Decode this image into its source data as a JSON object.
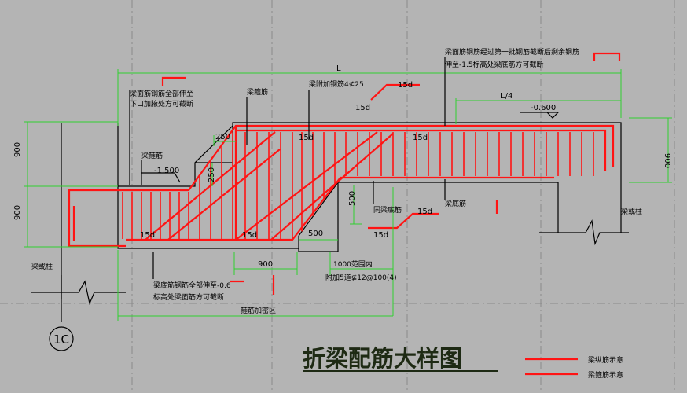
{
  "title": "折梁配筋大样图",
  "grid_label": "1C",
  "legend": {
    "longitudinal": "梁纵筋示意",
    "stirrup": "梁箍筋示意"
  },
  "dimensions": {
    "span": "L",
    "quarter_span": "L/4",
    "h_left_upper": "900",
    "h_left_lower": "900",
    "h_right": "900",
    "d250_a": "250",
    "d250_b": "250",
    "d500_v": "500",
    "d500_h": "500",
    "d900_h": "900",
    "d1000": "1000范围内",
    "el_left": "-1.500",
    "el_right": "-0.600"
  },
  "anchorages": {
    "a1": "15d",
    "a2": "15d",
    "a3": "15d",
    "a4": "15d",
    "a5": "15d",
    "a6": "15d",
    "a7": "15d",
    "a8": "15d"
  },
  "notes": {
    "top_bar_left_l1": "梁面筋钢筋全部伸至",
    "top_bar_left_l2": "下口加腋处方可截断",
    "beam_top_bar": "梁箍筋",
    "beam_add_bar": "梁附加钢筋4⊈25",
    "top_right_l1": "梁面筋钢筋经过第一批钢筋截断后剩余钢筋",
    "top_right_l2": "伸至-1.5标高处梁底筋方可截断",
    "stirrup_left": "梁箍筋",
    "same_bottom": "同梁底筋",
    "bottom_bar": "梁底筋",
    "beam_col_right": "梁或柱",
    "beam_col_left": "梁或柱",
    "bottom_note_l1": "梁底筋钢筋全部伸至-0.6",
    "bottom_note_l2": "标高处梁面筋方可截断",
    "extra_stirrup": "附加5道⊈12@100(4)",
    "stirrup_zone": "箍筋加密区"
  },
  "colors": {
    "background": "#b4b4b4",
    "rebar": "#ff1414",
    "dimension": "#30d030",
    "outline": "#000000",
    "grid": "#8a8a8a"
  }
}
